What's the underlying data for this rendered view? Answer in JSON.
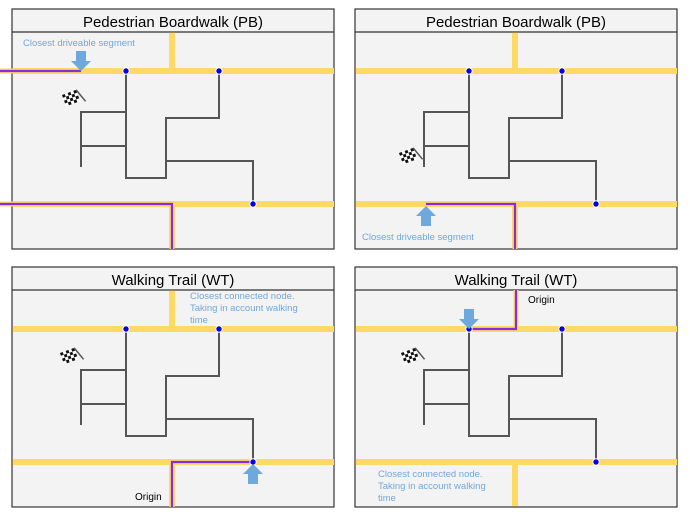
{
  "colors": {
    "panel_bg": "#f3f3f3",
    "border": "#333333",
    "road": "#ffd966",
    "route": "#8a2be2",
    "trail": "#555555",
    "node": "#0000ee",
    "arrow": "#6fa8dc",
    "note_text": "#6fa8dc"
  },
  "panels": [
    {
      "title": "Pedestrian Boardwalk (PB)",
      "note": [
        "Closest driveable segment"
      ],
      "arrow": "down",
      "icons": [
        "finish-flag-icon",
        "arrow-icon"
      ]
    },
    {
      "title": "Pedestrian Boardwalk (PB)",
      "note": [
        "Closest driveable segment"
      ],
      "arrow": "up",
      "icons": [
        "finish-flag-icon",
        "arrow-icon"
      ]
    },
    {
      "title": "Walking Trail (WT)",
      "note": [
        "Closest connected node.",
        "Taking in account walking",
        "time"
      ],
      "origin": "Origin",
      "arrow": "up",
      "icons": [
        "finish-flag-icon",
        "arrow-icon"
      ]
    },
    {
      "title": "Walking Trail (WT)",
      "note": [
        "Closest connected node.",
        "Taking in account walking",
        "time"
      ],
      "origin": "Origin",
      "arrow": "down",
      "icons": [
        "finish-flag-icon",
        "arrow-icon"
      ]
    }
  ]
}
